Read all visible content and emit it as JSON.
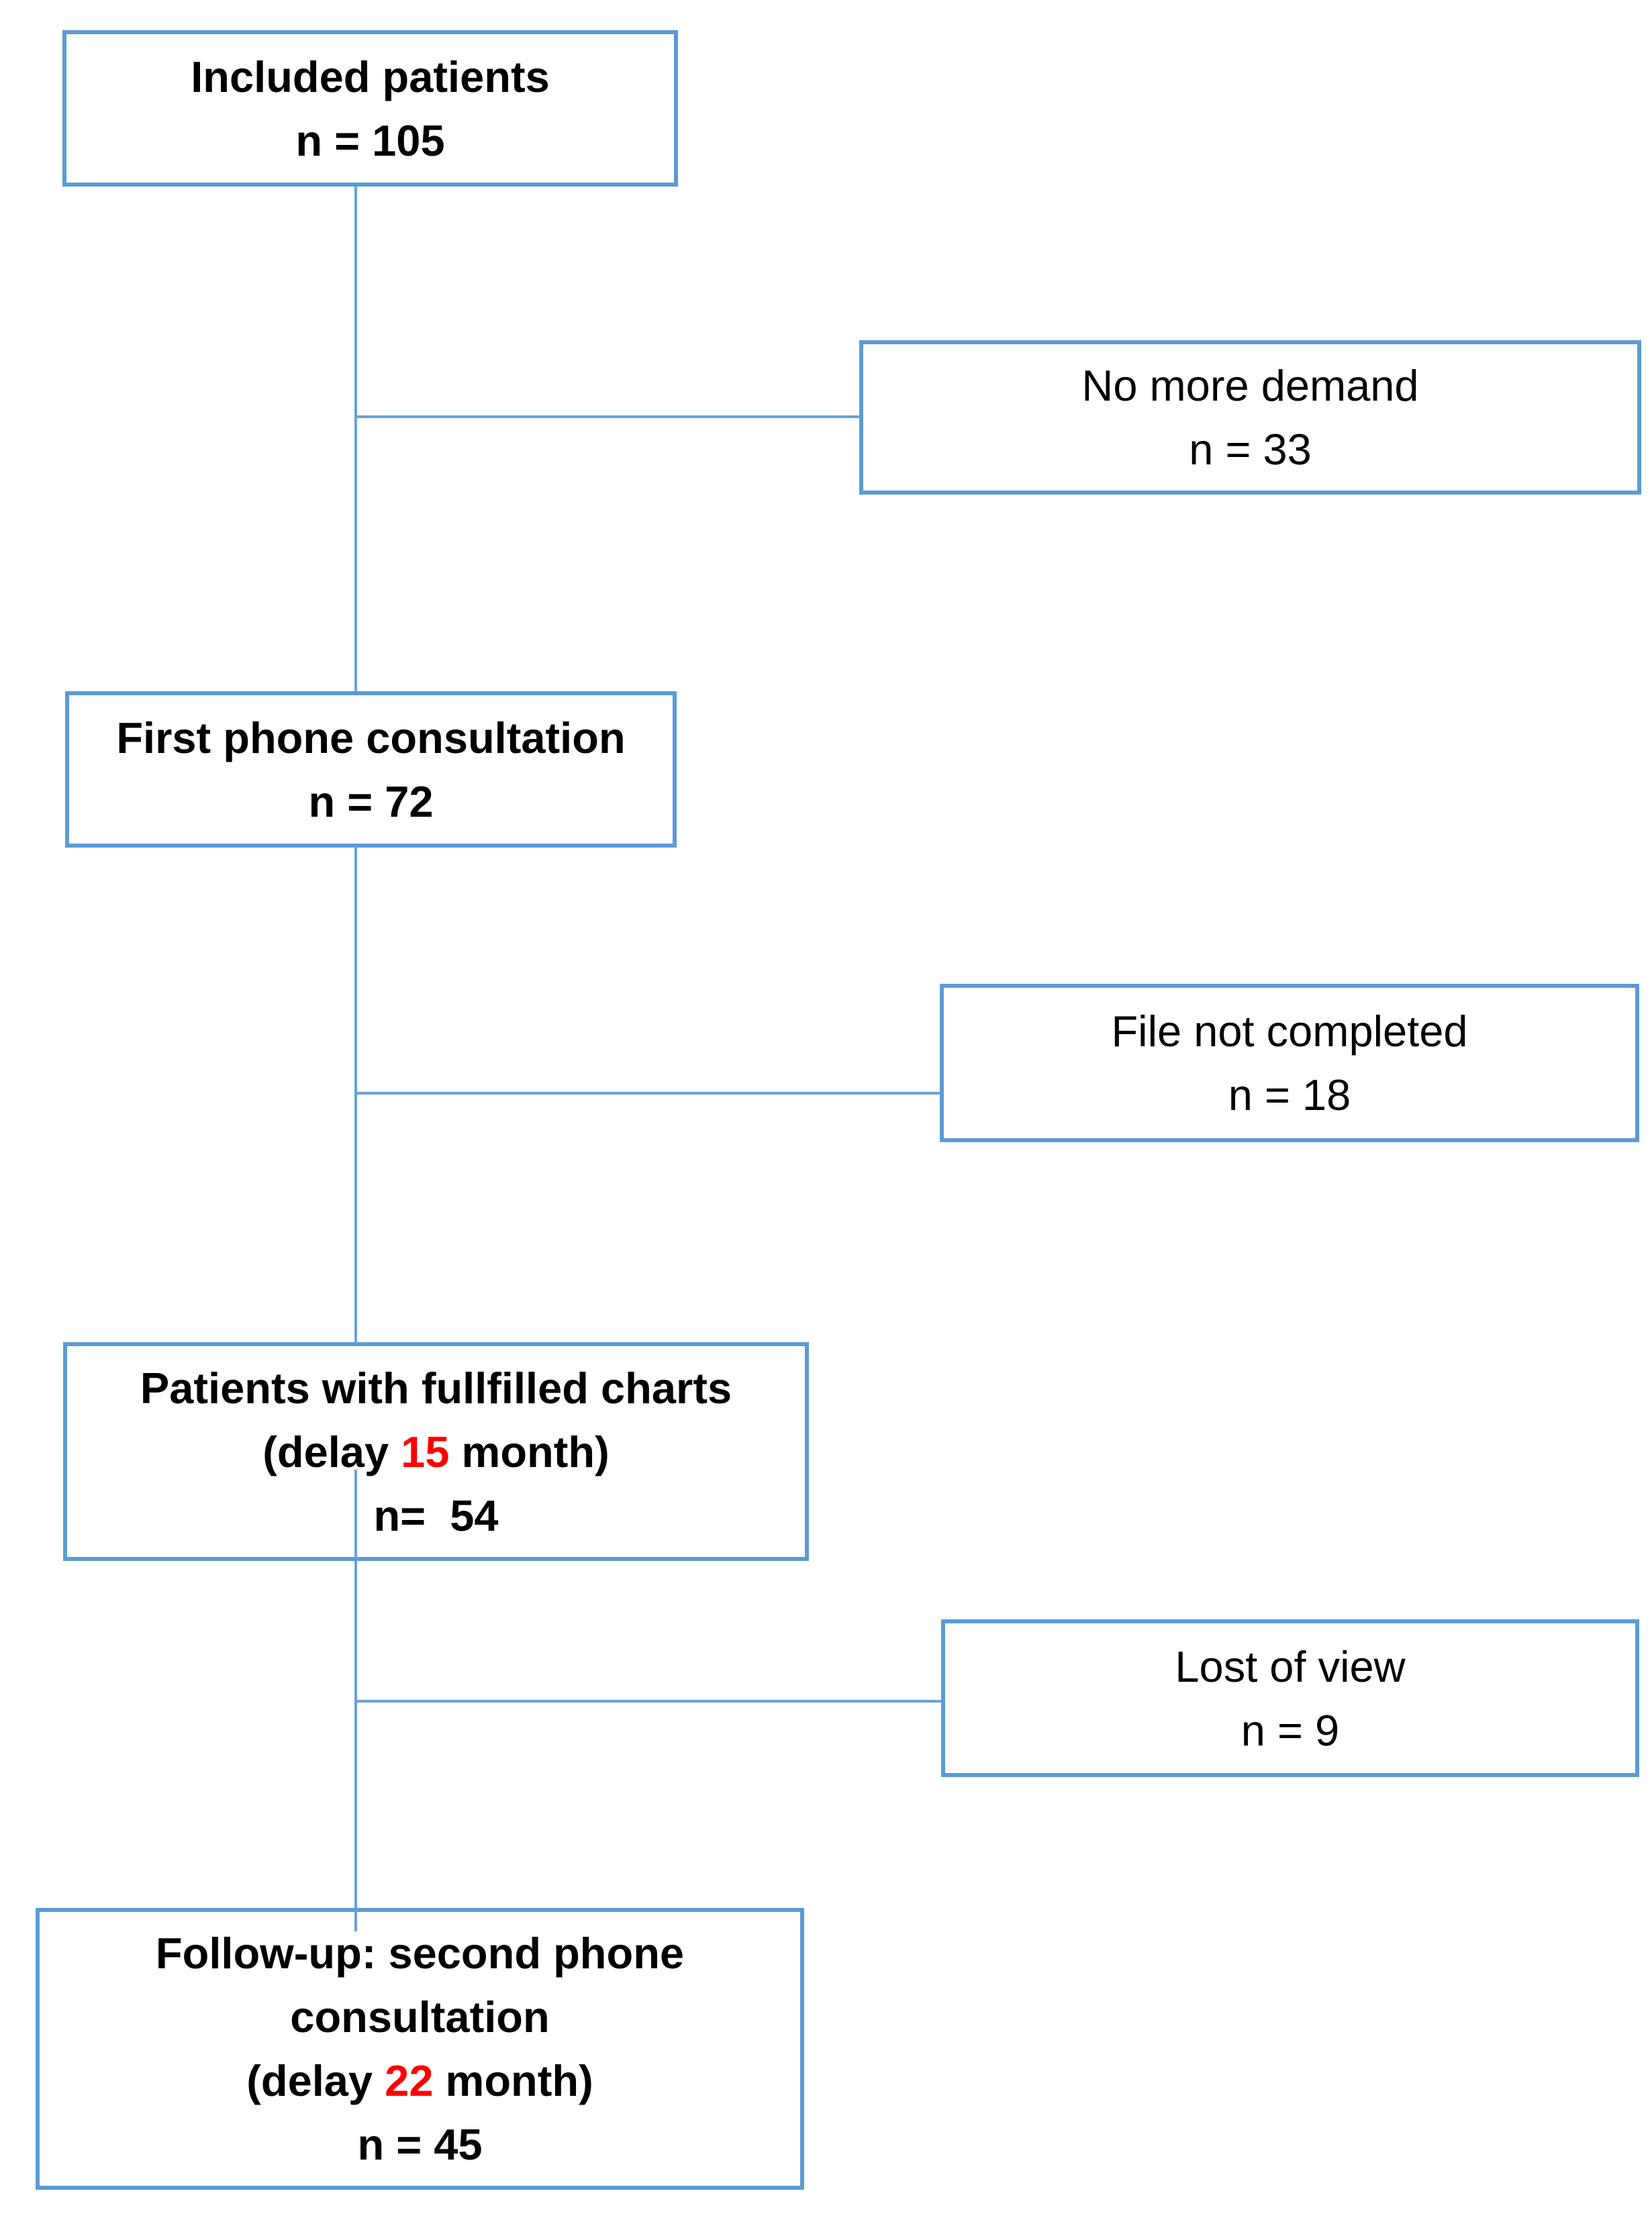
{
  "colors": {
    "box_border": "#5B9BD5",
    "connector": "#6B9FD8",
    "text": "#000000",
    "highlight_red": "#FF0000",
    "background": "#FFFFFF"
  },
  "boxes": {
    "included": {
      "line1": "Included patients",
      "line2": "n = 105"
    },
    "no_more_demand": {
      "line1": "No more demand",
      "line2": "n = 33"
    },
    "first_phone": {
      "line1": "First phone consultation",
      "line2": "n = 72"
    },
    "file_not_completed": {
      "line1": "File not completed",
      "line2": "n = 18"
    },
    "fulfilled_charts": {
      "line1": "Patients with fullfilled charts",
      "line2_pre": "(delay ",
      "line2_red": "15",
      "line2_post": " month)",
      "line3": "n=  54"
    },
    "lost_of_view": {
      "line1": "Lost of view",
      "line2": "n = 9"
    },
    "follow_up": {
      "line1": "Follow-up: second phone",
      "line2": "consultation",
      "line3_pre": "(delay ",
      "line3_red": "22",
      "line3_post": " month)",
      "line4": "n = 45"
    }
  }
}
